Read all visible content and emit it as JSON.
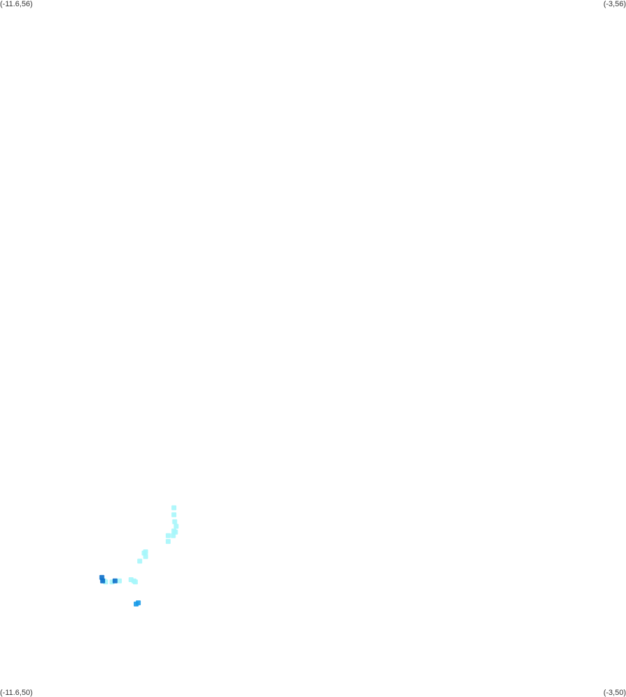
{
  "corners": {
    "top_left": "(-11.6,56)",
    "top_right": "(-3,56)",
    "bottom_left": "(-11.6,50)",
    "bottom_right": "(-3,50)"
  },
  "extent": {
    "lon_min": -11.6,
    "lon_max": -3,
    "lat_min": 50,
    "lat_max": 56
  },
  "colors": {
    "light": "#a6f6fb",
    "mid": "#1a9be8",
    "dark": "#0b6fc9"
  },
  "points": [
    {
      "lon": -9.21,
      "lat": 51.56,
      "color": "light"
    },
    {
      "lon": -9.22,
      "lat": 51.38,
      "color": "light"
    },
    {
      "lon": -9.19,
      "lat": 51.41,
      "color": "light"
    },
    {
      "lon": -9.29,
      "lat": 51.33,
      "color": "light"
    },
    {
      "lon": -9.29,
      "lat": 51.38,
      "color": "light"
    },
    {
      "lon": -9.21,
      "lat": 51.42,
      "color": "light"
    },
    {
      "lon": -9.18,
      "lat": 51.46,
      "color": "light"
    },
    {
      "lon": -9.2,
      "lat": 51.5,
      "color": "light"
    },
    {
      "lon": -9.21,
      "lat": 51.62,
      "color": "light"
    },
    {
      "lon": -9.6,
      "lat": 51.24,
      "color": "light"
    },
    {
      "lon": -9.62,
      "lat": 51.23,
      "color": "light"
    },
    {
      "lon": -9.6,
      "lat": 51.2,
      "color": "light"
    },
    {
      "lon": -9.68,
      "lat": 51.16,
      "color": "light"
    },
    {
      "lon": -9.8,
      "lat": 51.0,
      "color": "light"
    },
    {
      "lon": -9.74,
      "lat": 50.98,
      "color": "light"
    },
    {
      "lon": -9.76,
      "lat": 50.99,
      "color": "light"
    },
    {
      "lon": -10.15,
      "lat": 50.98,
      "color": "light"
    },
    {
      "lon": -10.17,
      "lat": 50.99,
      "color": "light"
    },
    {
      "lon": -10.06,
      "lat": 50.98,
      "color": "light"
    },
    {
      "lon": -9.96,
      "lat": 50.99,
      "color": "light"
    },
    {
      "lon": -10.2,
      "lat": 51.02,
      "color": "dark"
    },
    {
      "lon": -10.19,
      "lat": 50.99,
      "color": "dark"
    },
    {
      "lon": -10.02,
      "lat": 50.99,
      "color": "dark"
    },
    {
      "lon": -9.73,
      "lat": 50.79,
      "color": "mid"
    },
    {
      "lon": -9.7,
      "lat": 50.8,
      "color": "mid"
    }
  ]
}
